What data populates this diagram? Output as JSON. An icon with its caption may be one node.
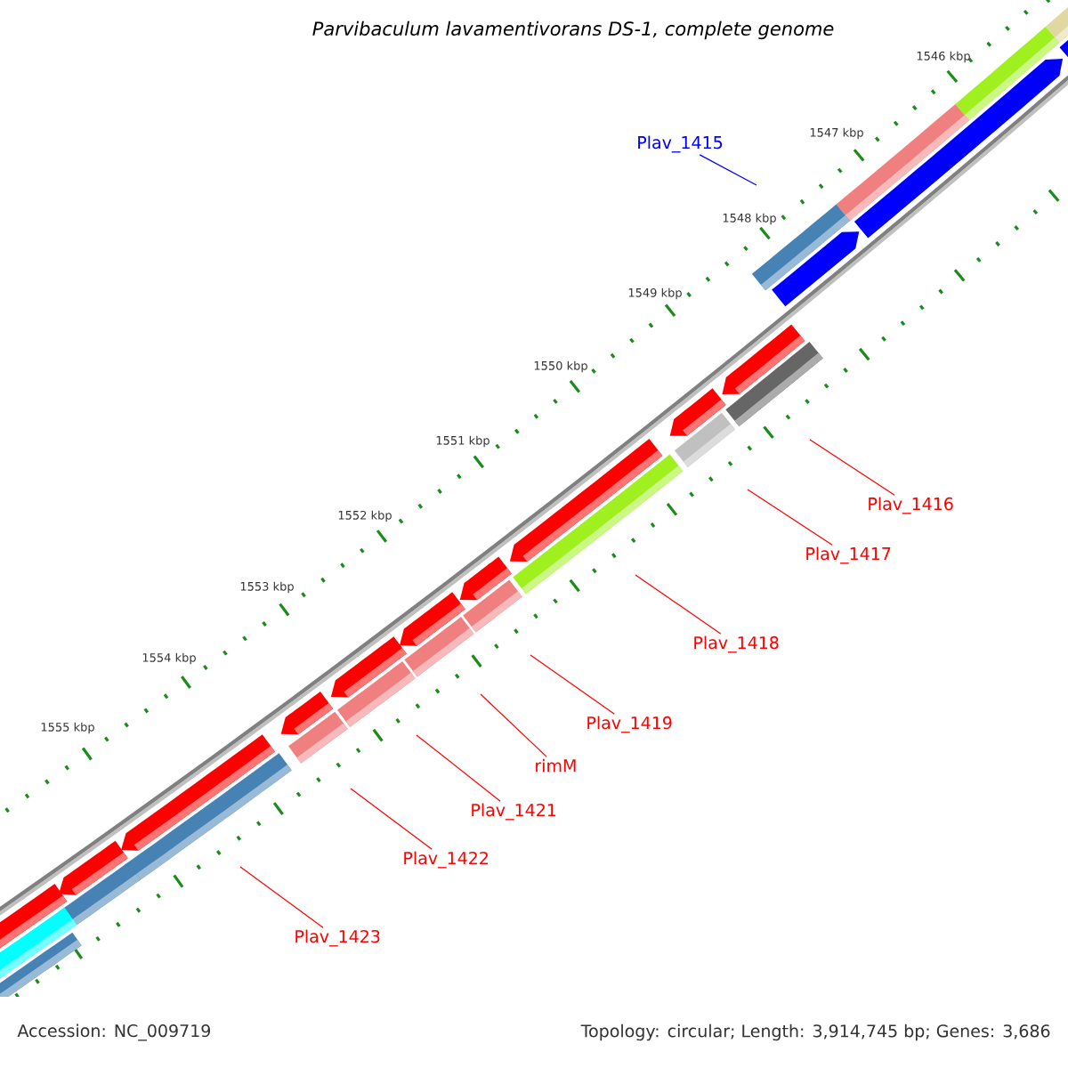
{
  "diagram": {
    "title": "Parvibaculum lavamentivorans DS-1, complete genome",
    "nodes": [
      {
        "text": [
          "Plav_1415"
        ]
      },
      {
        "text": [
          "Plav_1416"
        ]
      },
      {
        "text": [
          "Plav_1417"
        ]
      },
      {
        "text": [
          "Plav_1418"
        ]
      },
      {
        "text": [
          "Plav_1419"
        ]
      },
      {
        "text": [
          "rimM"
        ]
      },
      {
        "text": [
          "Plav_1421"
        ]
      },
      {
        "text": [
          "Plav_1422"
        ]
      },
      {
        "text": [
          "Plav_1423"
        ]
      }
    ],
    "edges": [
      {
        "from": 0,
        "to": null,
        "arrow": "none",
        "color": "#0000ff"
      },
      {
        "from": 1,
        "to": null,
        "arrow": "none"
      },
      {
        "from": 2,
        "to": null,
        "arrow": "none"
      },
      {
        "from": 3,
        "to": null,
        "arrow": "none"
      },
      {
        "from": 4,
        "to": null,
        "arrow": "none"
      },
      {
        "from": 5,
        "to": null,
        "arrow": "none"
      },
      {
        "from": 6,
        "to": null,
        "arrow": "none"
      },
      {
        "from": 7,
        "to": null,
        "arrow": "none"
      },
      {
        "from": 8,
        "to": null,
        "arrow": "none"
      }
    ],
    "labels": [
      "1546 kbp",
      "1547 kbp",
      "1548 kbp",
      "1549 kbp",
      "1550 kbp",
      "1551 kbp",
      "1552 kbp",
      "1553 kbp",
      "1554 kbp",
      "1555 kbp",
      "Accession: NC_009719",
      "Topology: circular; Length: 3,914,745 bp; Genes: 3,686"
    ]
  }
}
